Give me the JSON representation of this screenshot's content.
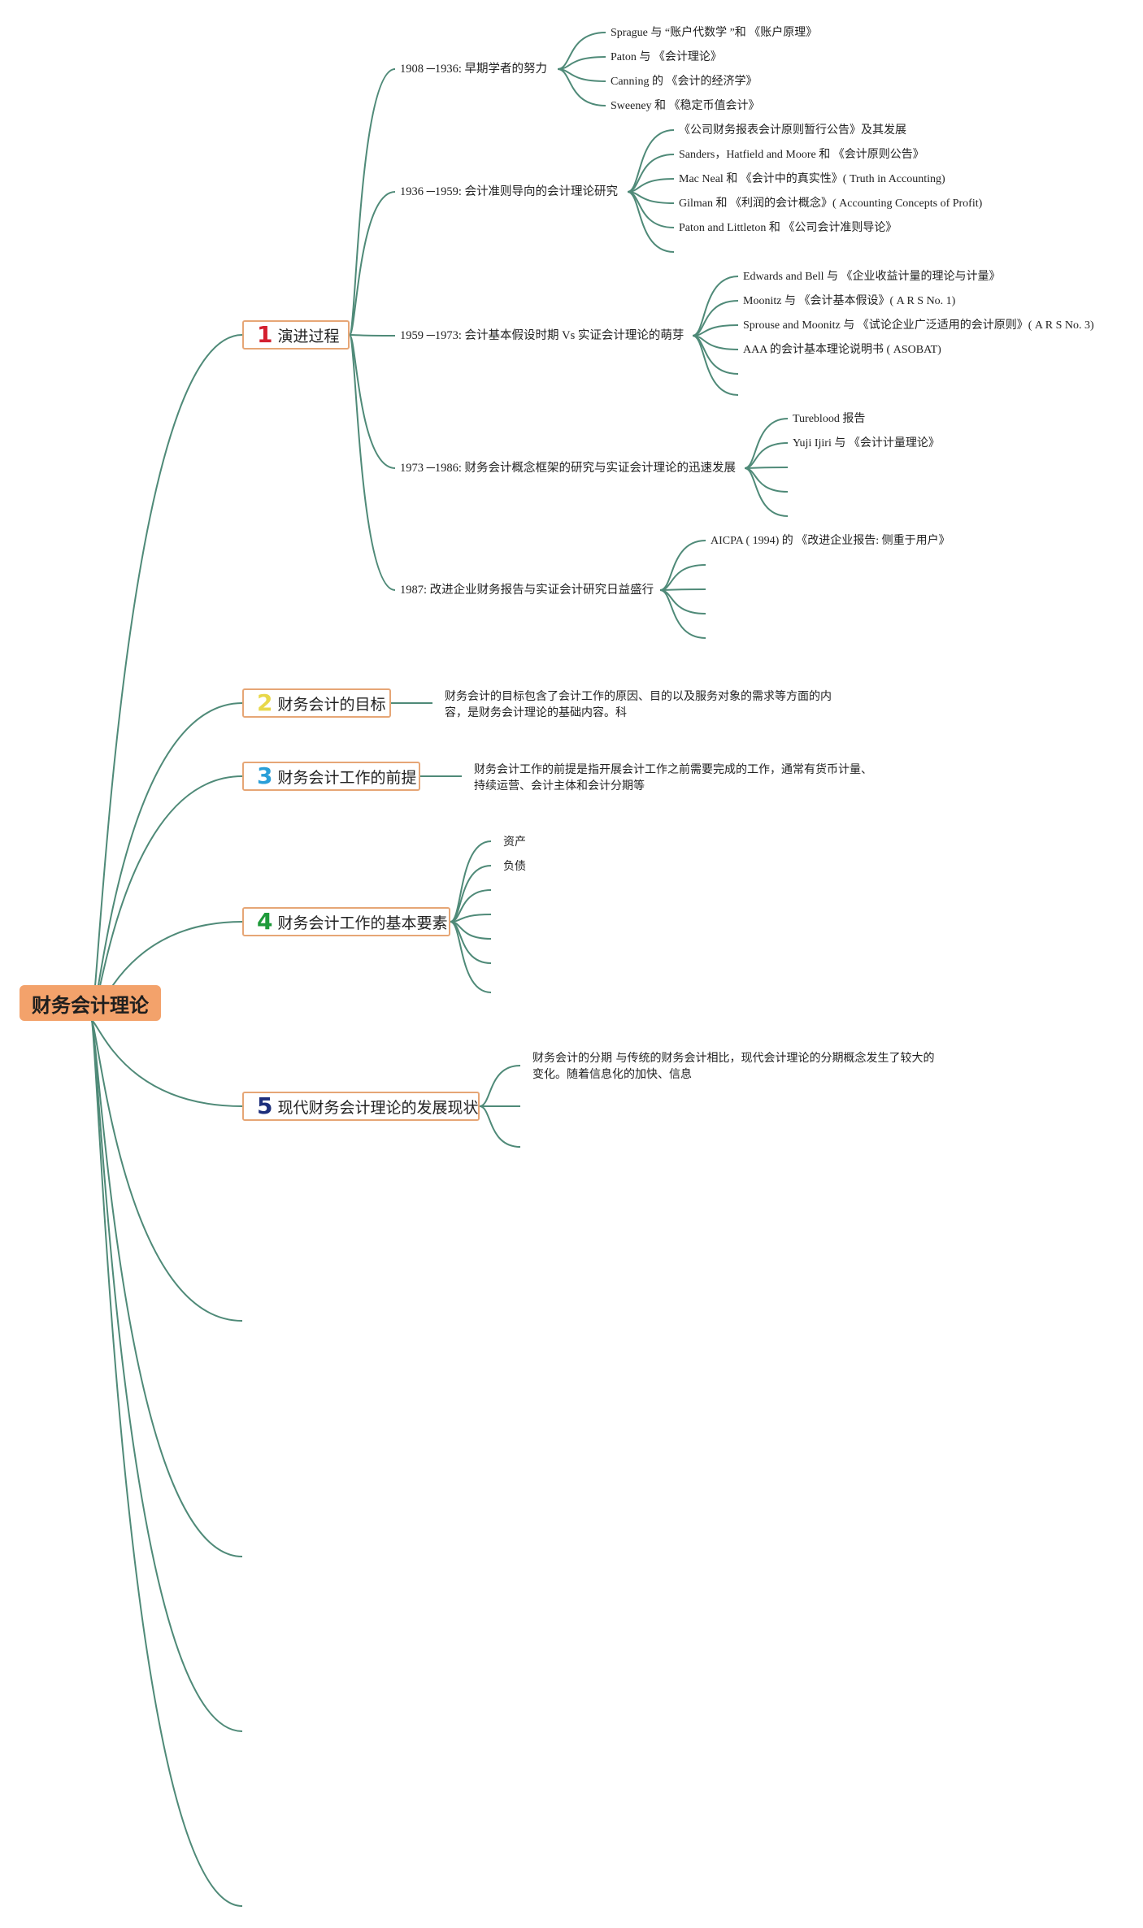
{
  "root": {
    "label": "财务会计理论"
  },
  "topics": [
    {
      "number": "1",
      "number_color": "#d4202f",
      "label": "演进过程",
      "eras": [
        {
          "label": "1908 ─1936: 早期学者的努力",
          "items": [
            "Sprague 与 “账户代数学 ”和 《账户原理》",
            "Paton 与 《会计理论》",
            "Canning 的 《会计的经济学》",
            "Sweeney 和 《稳定币值会计》"
          ]
        },
        {
          "label": "1936 ─1959: 会计准则导向的会计理论研究",
          "items": [
            "《公司财务报表会计原则暂行公告》及其发展",
            "Sanders，Hatfield and Moore 和 《会计原则公告》",
            "Mac Neal 和 《会计中的真实性》( Truth in Accounting)",
            "Gilman 和 《利润的会计概念》( Accounting Concepts of Profit)",
            "Paton and Littleton 和 《公司会计准则导论》"
          ]
        },
        {
          "label": "1959 ─1973: 会计基本假设时期 Vs 实证会计理论的萌芽",
          "items": [
            "Edwards and Bell 与 《企业收益计量的理论与计量》",
            "Moonitz 与 《会计基本假设》( A R S No.   1)",
            "Sprouse and Moonitz 与 《试论企业广泛适用的会计原则》( A R S No. 3)",
            "AAA 的会计基本理论说明书 ( ASOBAT)"
          ]
        },
        {
          "label": "1973 ─1986: 财务会计概念框架的研究与实证会计理论的迅速发展",
          "items": [
            "Tureblood 报告",
            "Yuji Ijiri 与 《会计计量理论》"
          ]
        },
        {
          "label": "1987: 改进企业财务报告与实证会计研究日益盛行",
          "items": [
            "AICPA ( 1994) 的 《改进企业报告: 侧重于用户》"
          ]
        }
      ]
    },
    {
      "number": "2",
      "number_color": "#e8d84a",
      "label": "财务会计的目标",
      "desc": "财务会计的目标包含了会计工作的原因、目的以及服务对象的需求等方面的内容，是财务会计理论的基础内容。科"
    },
    {
      "number": "3",
      "number_color": "#2a9fd8",
      "label": "财务会计工作的前提",
      "desc": "财务会计工作的前提是指开展会计工作之前需要完成的工作，通常有货币计量、持续运营、会计主体和会计分期等"
    },
    {
      "number": "4",
      "number_color": "#1e9a3a",
      "label": "财务会计工作的基本要素",
      "items": [
        "资产",
        "负债"
      ]
    },
    {
      "number": "5",
      "number_color": "#1d2f7c",
      "label": "现代财务会计理论的发展现状",
      "desc": "财务会计的分期 与传统的财务会计相比，现代会计理论的分期概念发生了较大的变化。随着信息化的加快、信息"
    }
  ]
}
